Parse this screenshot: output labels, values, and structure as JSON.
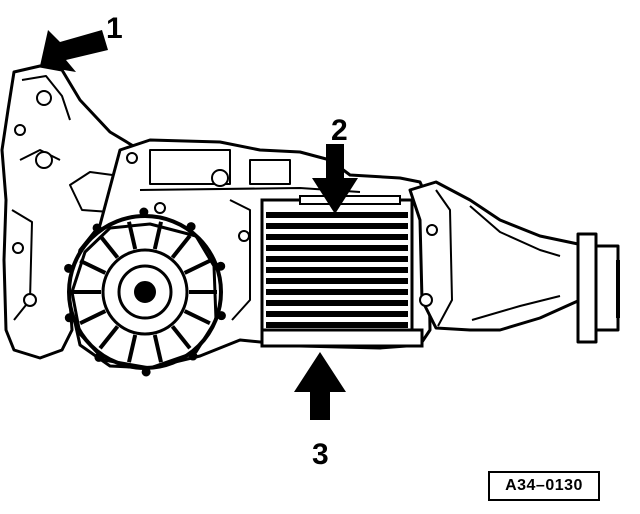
{
  "diagram": {
    "callouts": [
      {
        "label": "1"
      },
      {
        "label": "2"
      },
      {
        "label": "3"
      }
    ],
    "reference_code": "A34–0130",
    "colors": {
      "ink": "#000000",
      "paper": "#ffffff"
    }
  }
}
